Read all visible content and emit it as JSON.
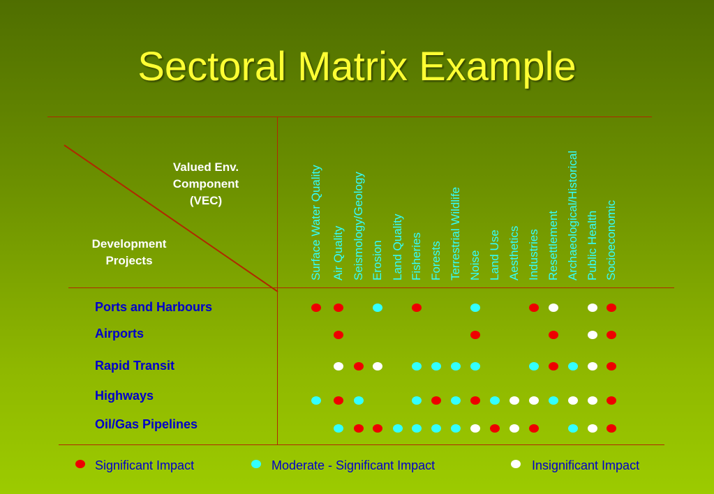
{
  "title": "Sectoral Matrix Example",
  "vec_label": "Valued Env.\nComponent\n(VEC)",
  "dev_label": "Development\nProjects",
  "colors": {
    "significant": "#ee0000",
    "moderate": "#33ffff",
    "insignificant": "#ffffff"
  },
  "columns": [
    "Surface Water Quality",
    "Air Quality",
    "Seismology/Geology",
    "Erosion",
    "Land Quality",
    "Fisheries",
    "Forests",
    "Terrestrial Wildlife",
    "Noise",
    "Land Use",
    "Aesthetics",
    "Industries",
    "Resettlement",
    "Archaeological/Historical",
    "Public Health",
    "Socioeconomic"
  ],
  "rows": [
    {
      "label": "Ports and Harbours",
      "impacts": [
        "significant",
        "significant",
        null,
        "moderate",
        null,
        "significant",
        null,
        null,
        "moderate",
        null,
        null,
        "significant",
        "insignificant",
        null,
        "insignificant",
        "significant"
      ]
    },
    {
      "label": "Airports",
      "impacts": [
        null,
        "significant",
        null,
        null,
        null,
        null,
        null,
        null,
        "significant",
        null,
        null,
        null,
        "significant",
        null,
        "insignificant",
        "significant"
      ]
    },
    {
      "label": "Rapid Transit",
      "impacts": [
        null,
        "insignificant",
        "significant",
        "insignificant",
        null,
        "moderate",
        "moderate",
        "moderate",
        "moderate",
        null,
        null,
        "moderate",
        "significant",
        "moderate",
        "insignificant",
        "significant"
      ]
    },
    {
      "label": "Highways",
      "impacts": [
        "moderate",
        "significant",
        "moderate",
        null,
        null,
        "moderate",
        "significant",
        "moderate",
        "significant",
        "moderate",
        "insignificant",
        "insignificant",
        "moderate",
        "insignificant",
        "insignificant",
        "significant"
      ]
    },
    {
      "label": "Oil/Gas Pipelines",
      "impacts": [
        null,
        "moderate",
        "significant",
        "significant",
        "moderate",
        "moderate",
        "moderate",
        "moderate",
        "insignificant",
        "significant",
        "insignificant",
        "significant",
        null,
        "moderate",
        "insignificant",
        "significant"
      ]
    }
  ],
  "legend": [
    {
      "type": "significant",
      "label": "Significant Impact"
    },
    {
      "type": "moderate",
      "label": "Moderate - Significant Impact"
    },
    {
      "type": "insignificant",
      "label": "Insignificant Impact"
    }
  ]
}
